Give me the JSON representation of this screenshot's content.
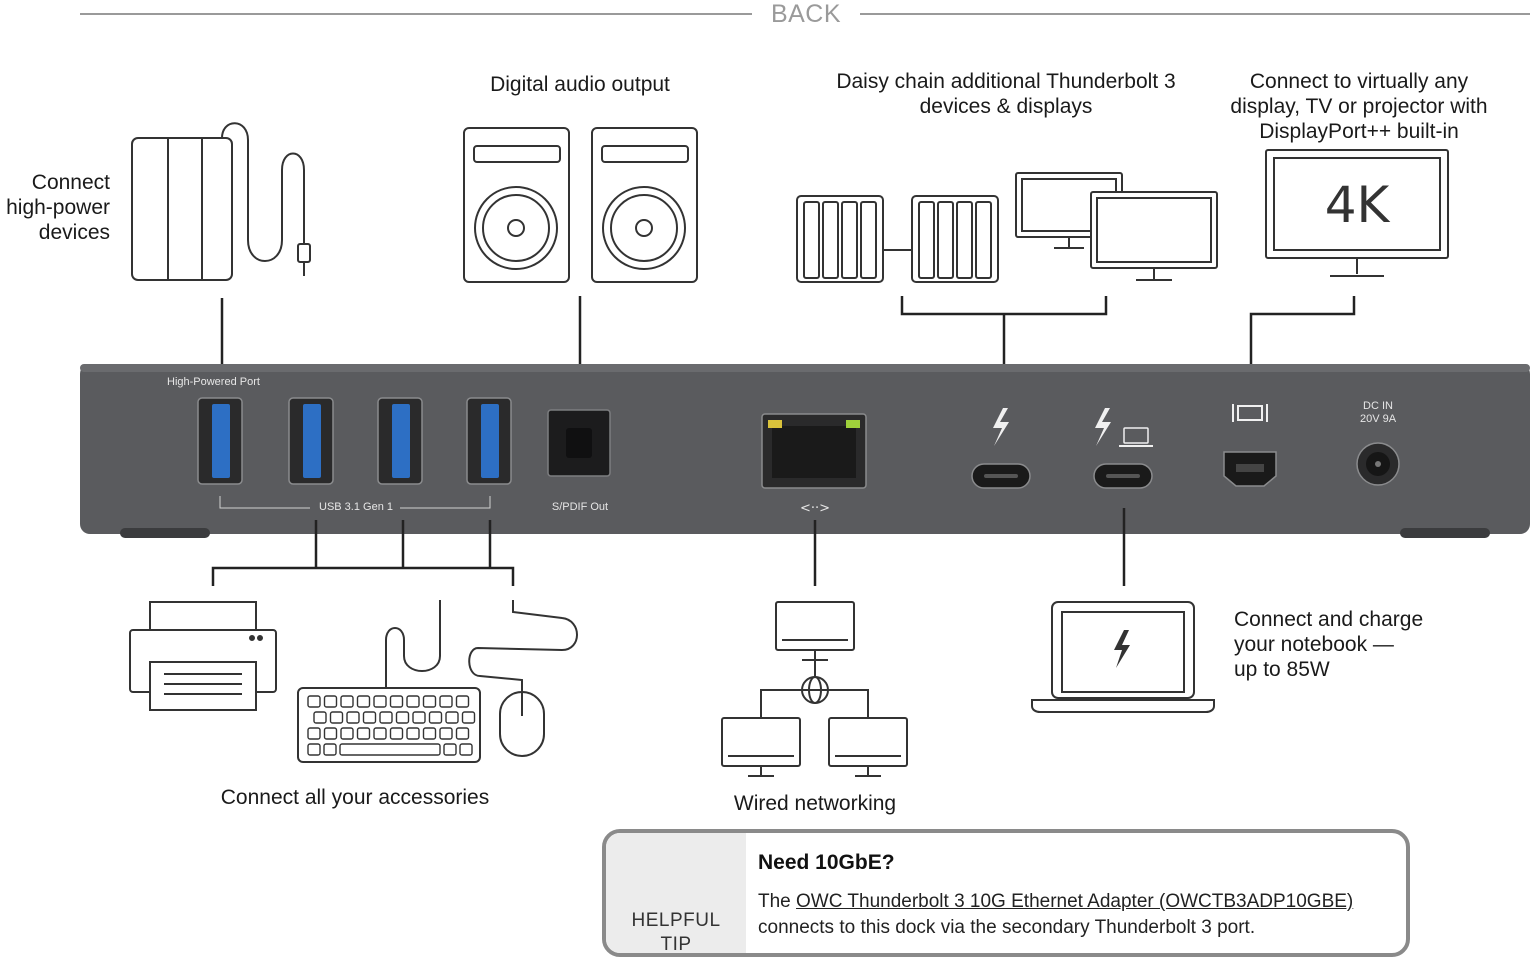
{
  "header": {
    "title": "BACK"
  },
  "callouts": {
    "high_power": [
      "Connect",
      "high-power",
      "devices"
    ],
    "audio": "Digital audio output",
    "daisy": [
      "Daisy chain additional Thunderbolt 3",
      "devices & displays"
    ],
    "display": [
      "Connect to virtually any",
      "display, TV or projector with",
      "DisplayPort++ built-in"
    ],
    "accessories": "Connect all your accessories",
    "network": "Wired networking",
    "notebook": [
      "Connect and charge",
      "your notebook —",
      "up to 85W"
    ]
  },
  "monitor_badge": "4K",
  "dock": {
    "high_powered_port": "High-Powered Port",
    "usb_label": "USB 3.1 Gen 1",
    "spdif_label": "S/PDIF Out",
    "dc_in": [
      "DC IN",
      "20V 9A"
    ]
  },
  "tip": {
    "label_lines": [
      "HELPFUL",
      "TIP"
    ],
    "title": "Need 10GbE?",
    "body_prefix": "The ",
    "link_text": "OWC Thunderbolt 3 10G Ethernet Adapter (OWCTB3ADP10GBE)",
    "body_suffix": "connects to this dock via the secondary Thunderbolt 3 port."
  },
  "colors": {
    "dock": "#5a5b5e",
    "usb_blue": "#2d6fc4",
    "bulb": "#f5d21a",
    "line": "#222222"
  }
}
